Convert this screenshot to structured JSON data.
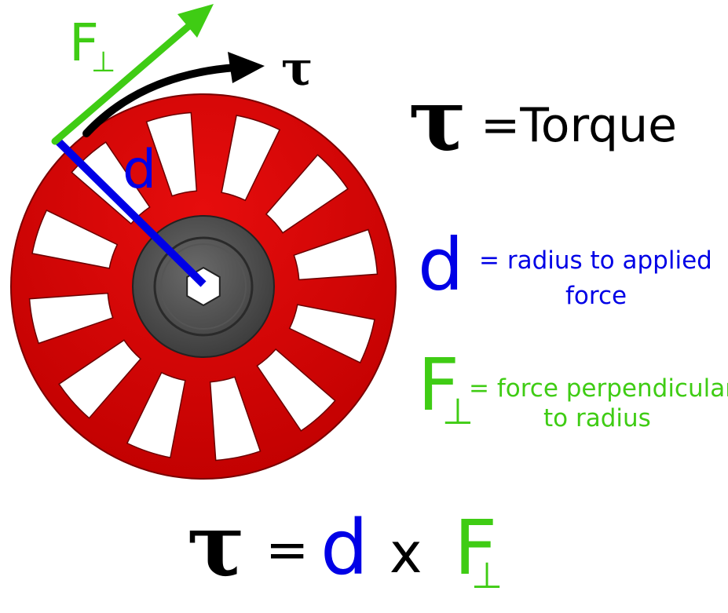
{
  "colors": {
    "wheel_red": "#d40000",
    "wheel_red_dark": "#8a0000",
    "hub_gray": "#4a4a4a",
    "hub_dark": "#2b2b2b",
    "radius_blue": "#0000e6",
    "force_green": "#3fcc14",
    "torque_black": "#000000"
  },
  "icons": [
    "wheel-icon",
    "force-arrow-icon",
    "torque-arrow-icon"
  ],
  "diagram": {
    "force_label": {
      "main": "F",
      "sub": "⊥"
    },
    "torque_symbol": "τ",
    "radius_label": "d"
  },
  "legend": {
    "torque": {
      "symbol": "τ",
      "text": "=Torque"
    },
    "radius": {
      "symbol": "d",
      "line1": "= radius to applied",
      "line2": "force"
    },
    "force": {
      "symbol": "F",
      "sub": "⊥",
      "line1": "= force perpendicular",
      "line2": "to radius"
    }
  },
  "formula": {
    "tau": "τ",
    "eq": "=",
    "d": "d",
    "x": "x",
    "f": "F",
    "sub": "⊥"
  }
}
